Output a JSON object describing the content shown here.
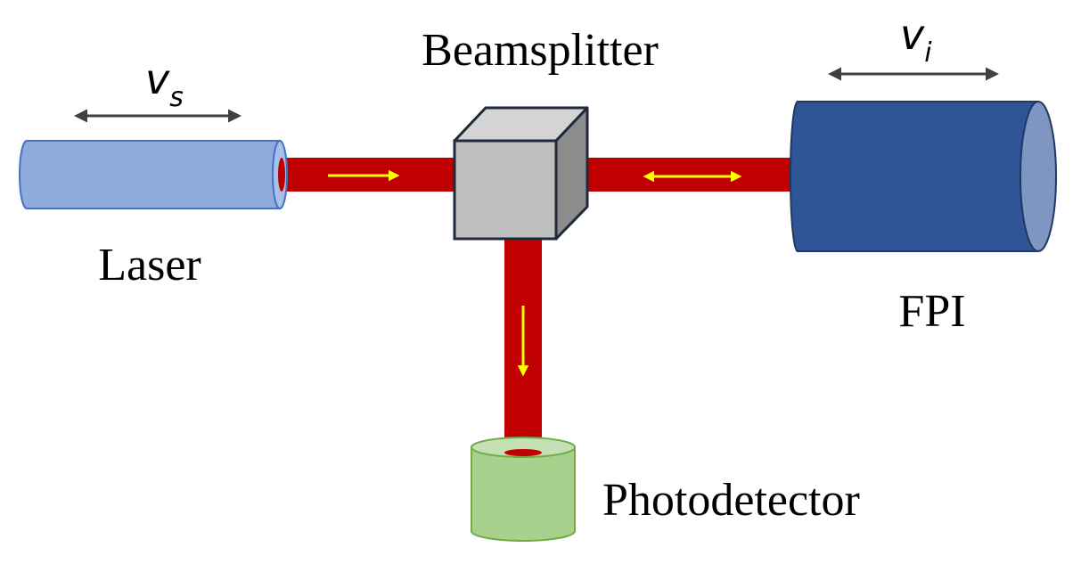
{
  "labels": {
    "laser": "Laser",
    "beamsplitter": "Beamsplitter",
    "fpi": "FPI",
    "photodetector": "Photodetector"
  },
  "symbols": {
    "laser_velocity": {
      "base": "v",
      "sub": "s"
    },
    "fpi_velocity": {
      "base": "v",
      "sub": "i"
    }
  },
  "colors": {
    "beam": "#c00000",
    "beam_arrow": "#ffff00",
    "laser_body": "#8faadc",
    "laser_outline": "#4472c4",
    "laser_face": "#a8c0ea",
    "fpi_body": "#2f5597",
    "fpi_outline": "#1f3864",
    "fpi_face": "#7f96c2",
    "cube_front": "#bfbfbf",
    "cube_top": "#d4d4d4",
    "cube_side": "#8c8c8c",
    "cube_outline": "#1f2a3a",
    "detector_body": "#a9d18e",
    "detector_top": "#c5e0b4",
    "detector_outline": "#70ad47",
    "motion_arrow": "#404040"
  }
}
